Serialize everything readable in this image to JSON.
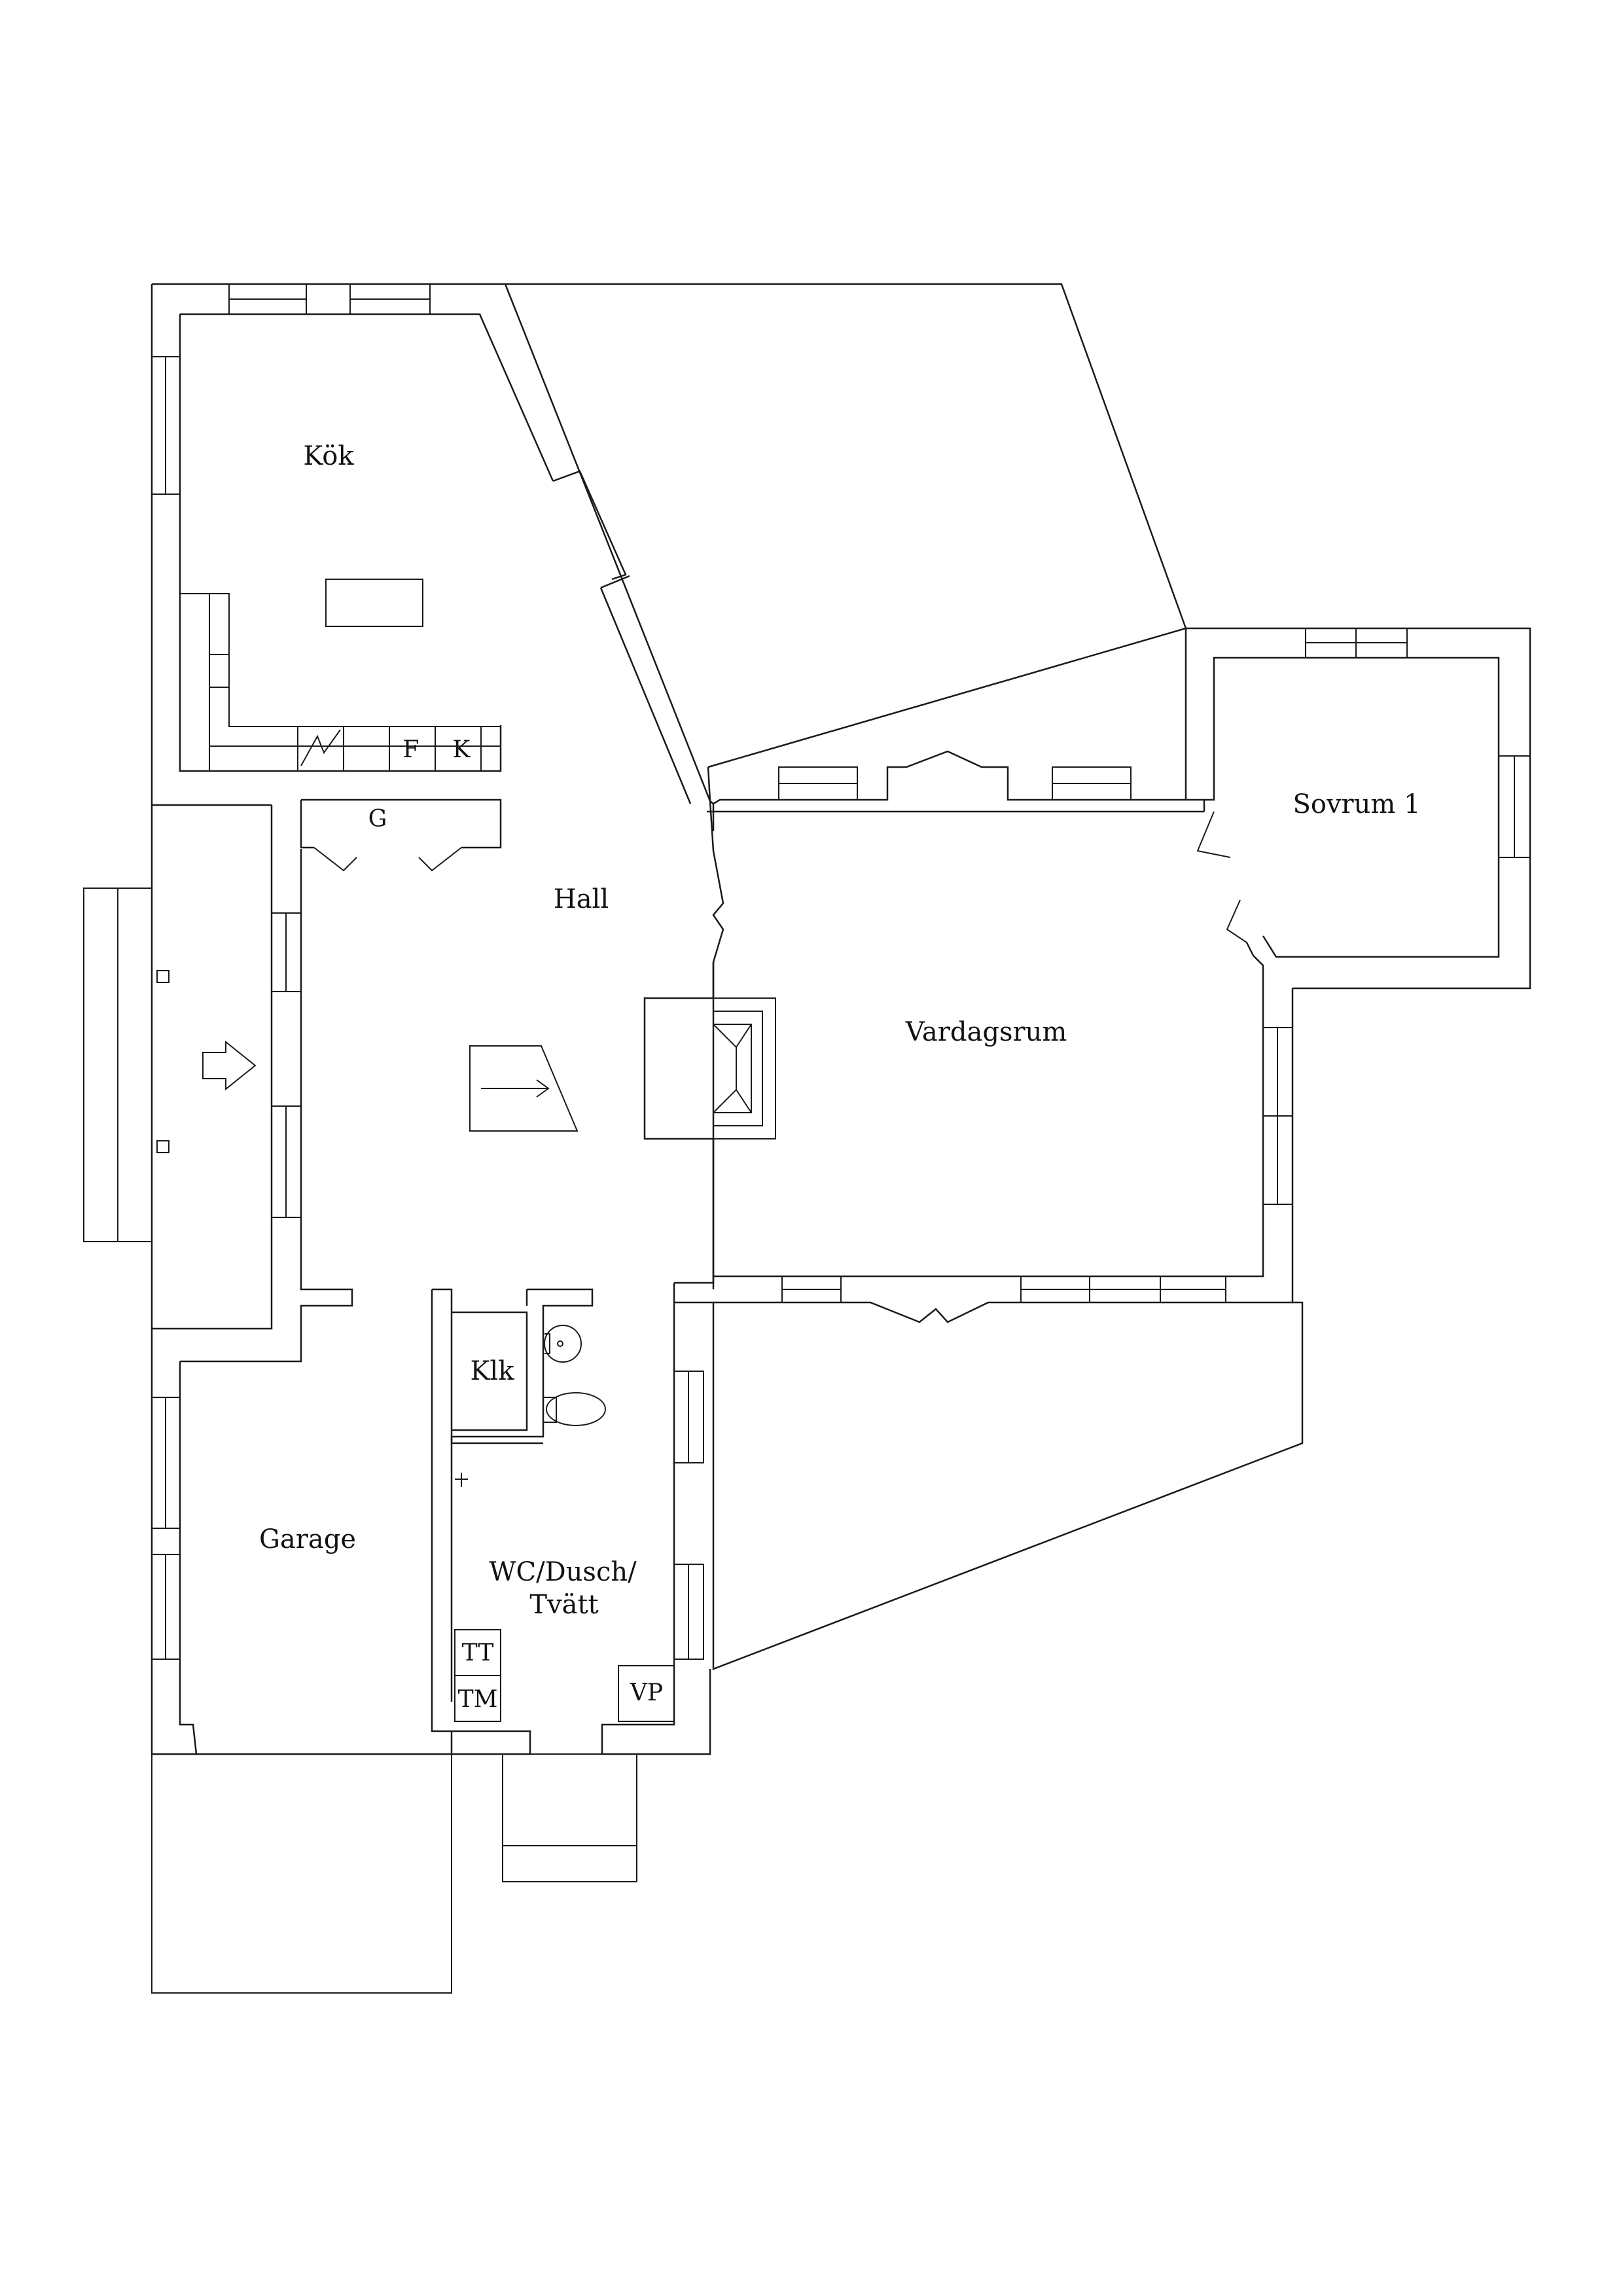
{
  "rooms": {
    "kok": "Kök",
    "sovrum": "Sovrum 1",
    "hall": "Hall",
    "vardagsrum": "Vardagsrum",
    "klk": "Klk",
    "garage": "Garage",
    "wc_line1": "WC/Dusch/",
    "wc_line2": "Tvätt"
  },
  "fixtures": {
    "freezer": "F",
    "fridge": "K",
    "wardrobe": "G",
    "dryer": "TT",
    "washer": "TM",
    "heat_pump": "VP"
  },
  "colors": {
    "line": "#1a1a1a",
    "background": "#ffffff"
  }
}
